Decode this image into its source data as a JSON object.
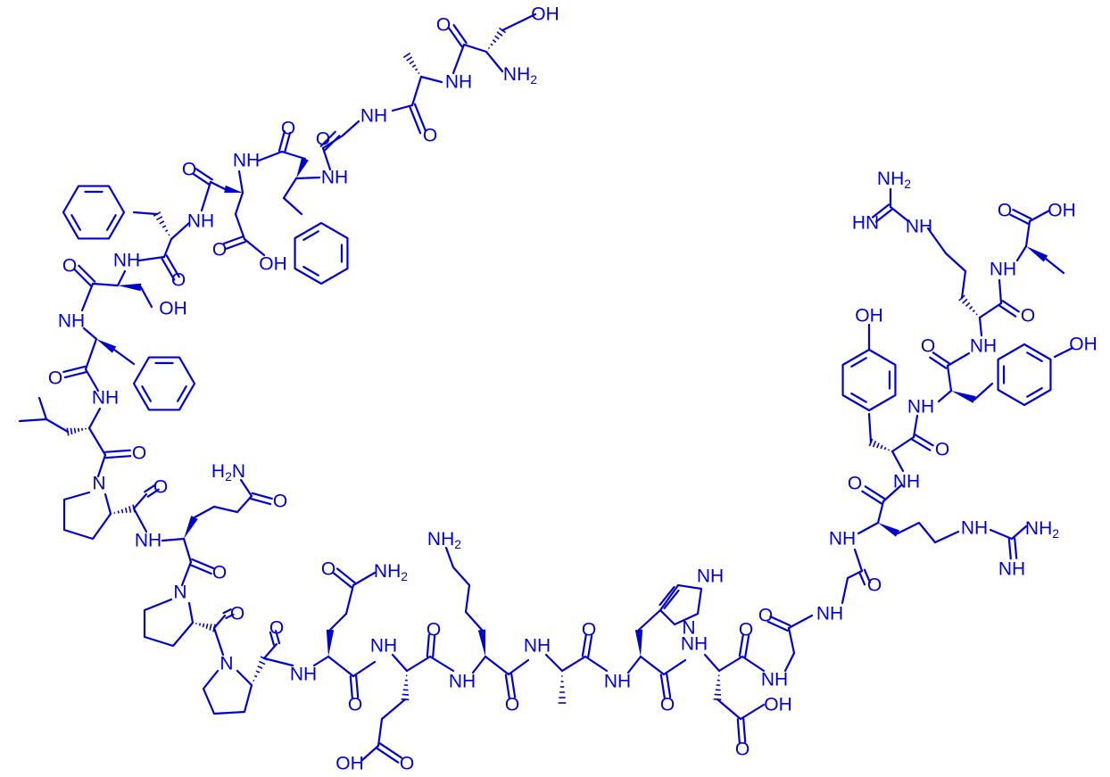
{
  "structure": {
    "kind": "peptide-skeletal-formula",
    "bond_color": "#0000cc",
    "label_color": "#0000cc",
    "background": "#ffffff",
    "sequence_three_letter": [
      "Ser",
      "Ala",
      "Gly",
      "Phe",
      "Asp",
      "Phe",
      "Ser",
      "Phe",
      "Leu",
      "Pro",
      "Gln",
      "Pro",
      "Pro",
      "Gln",
      "Glu",
      "Lys",
      "Ala",
      "His",
      "Asp",
      "Gly",
      "Gly",
      "Arg",
      "Tyr",
      "Tyr",
      "Arg",
      "Ala"
    ],
    "atom_labels": {
      "hydroxyl": "OH",
      "carbonyl_oxygen": "O",
      "amine_nitrogen": "NH",
      "ring_nitrogen": "N",
      "imine_nitrogen": "HN",
      "amino_group": "NH2",
      "amino_group_left": "H2N"
    }
  }
}
